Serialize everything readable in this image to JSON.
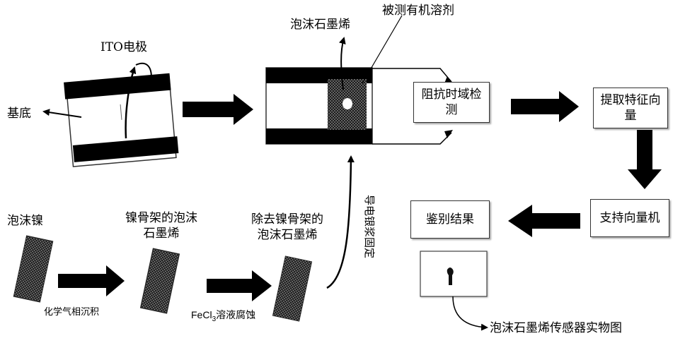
{
  "labels": {
    "ito_electrode": "ITO电极",
    "substrate": "基底",
    "foam_graphene": "泡沫石墨烯",
    "organic_solvent": "被测有机溶剂",
    "nickel_foam": "泡沫镍",
    "cvd": "化学气相沉积",
    "ni_skeleton_line1": "镍骨架的泡沫",
    "ni_skeleton_line2": "石墨烯",
    "fecl_prefix": "FeCl",
    "fecl_sub": "3",
    "fecl_suffix": "溶液腐蚀",
    "removed_line1": "除去镍骨架的",
    "removed_line2": "泡沫石墨烯",
    "silver_paste": "导电银浆固定",
    "sensor_photo": "泡沫石墨烯传感器实物图"
  },
  "boxes": {
    "impedance_line1": "阻抗时域检",
    "impedance_line2": "测",
    "feature_line1": "提取特征向",
    "feature_line2": "量",
    "svm": "支持向量机",
    "result": "鉴别结果"
  },
  "colors": {
    "fill": "#000000",
    "texture": "#7a7a7a",
    "stroke": "#333333"
  }
}
